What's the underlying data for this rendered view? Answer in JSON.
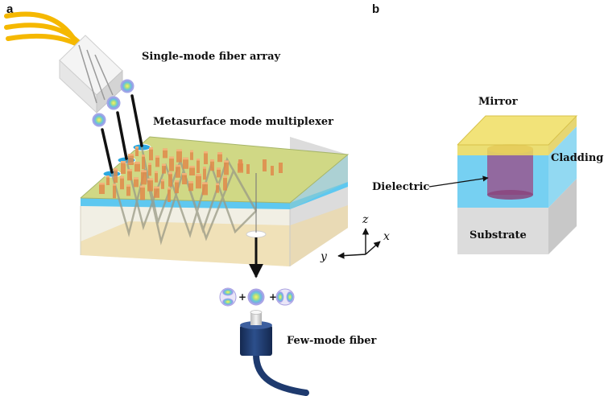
{
  "panels": {
    "a": "a",
    "b": "b"
  },
  "labels": {
    "fiber_array": "Single-mode fiber array",
    "multiplexer": "Metasurface mode multiplexer",
    "few_mode_fiber": "Few-mode fiber",
    "mirror": "Mirror",
    "cladding": "Cladding",
    "dielectric": "Dielectric",
    "substrate": "Substrate"
  },
  "axes": {
    "z": "z",
    "x": "x",
    "y": "y"
  },
  "mode_sum": {
    "plus1": "+",
    "plus2": "+"
  },
  "colors": {
    "fiber_yellow": "#f5b800",
    "cladding_blue": "#5ec8f0",
    "mirror_yellow": "#e7d85a",
    "substrate_gray": "#dcdcdc",
    "pillar_orange": "#e08a4a",
    "fiber_jacket": "#1e3a6e"
  }
}
